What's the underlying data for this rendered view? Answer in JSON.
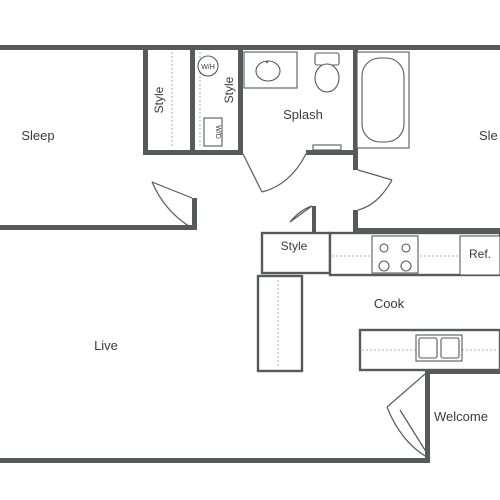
{
  "rooms": {
    "sleep_left": "Sleep",
    "sleep_right": "Sle",
    "splash": "Splash",
    "live": "Live",
    "cook": "Cook",
    "welcome": "Welcome"
  },
  "closets": {
    "style_vertical_left": "Style",
    "style_vertical_right": "Style",
    "style_kitchen": "Style"
  },
  "appliances": {
    "water_heater": "W/H",
    "washer_dryer": "W/D",
    "fridge": "Ref."
  },
  "colors": {
    "wall": "#58595b",
    "line": "#8a8b8d",
    "background": "#ffffff"
  }
}
